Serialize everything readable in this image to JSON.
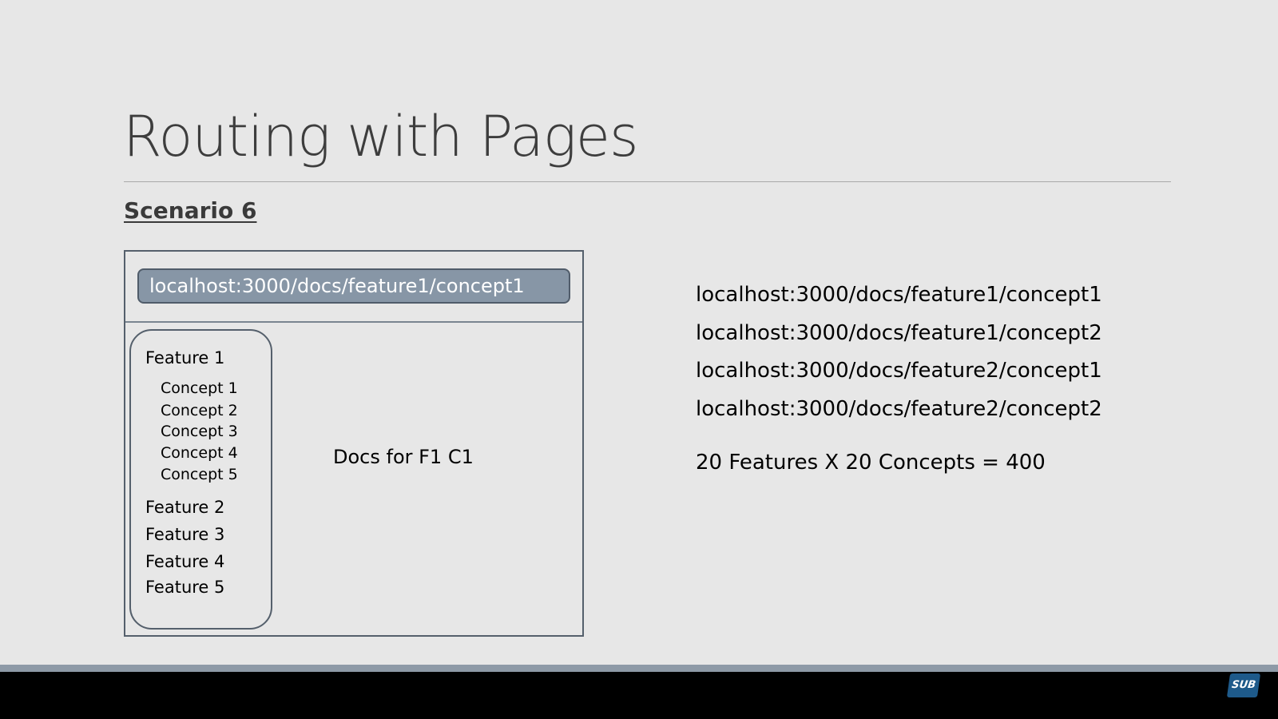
{
  "slide": {
    "title": "Routing with Pages",
    "scenario": "Scenario 6"
  },
  "browser": {
    "url": "localhost:3000/docs/feature1/concept1",
    "sidebar": {
      "feature1": "Feature 1",
      "concepts": [
        "Concept 1",
        "Concept 2",
        "Concept 3",
        "Concept 4",
        "Concept 5"
      ],
      "features": [
        "Feature 2",
        "Feature 3",
        "Feature 4",
        "Feature 5"
      ]
    },
    "content": "Docs for F1 C1"
  },
  "routes": [
    "localhost:3000/docs/feature1/concept1",
    "localhost:3000/docs/feature1/concept2",
    "localhost:3000/docs/feature2/concept1",
    "localhost:3000/docs/feature2/concept2"
  ],
  "total": "20 Features X 20 Concepts = 400",
  "logo": {
    "label": "SUB",
    "color": "#1e5a8a"
  }
}
